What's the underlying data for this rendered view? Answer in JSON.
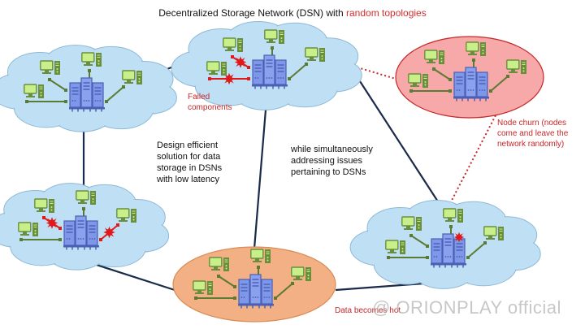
{
  "title": {
    "main": "Decentralized Storage Network (DSN) with ",
    "accent": "random topologies"
  },
  "colors": {
    "cloud_fill": "#bfe0f4",
    "cloud_stroke": "#8fb9d6",
    "churn_fill": "#f7a8a8",
    "churn_stroke": "#c62828",
    "hot_fill": "#f2b084",
    "hot_stroke": "#d98c55",
    "server_fill": "#7f97e8",
    "server_stroke": "#4a5fb5",
    "computer_fill": "#c8ef8a",
    "computer_stroke": "#6a8f3c",
    "link_color": "#5b7a33",
    "failure_color": "#e01a1a",
    "edge_color": "#1a2a4a",
    "dotted_edge_color": "#c62828"
  },
  "annotations": {
    "failed_components": [
      "Failed",
      "components"
    ],
    "node_churn": [
      "Node churn (nodes",
      "come and leave the",
      "network randomly)"
    ],
    "data_hot": "Data becomes hot",
    "design_goal": [
      "Design efficient",
      "solution for data",
      "storage in DSNs",
      "with low latency"
    ],
    "simultaneous": [
      "while simultaneously",
      "addressing issues",
      "pertaining to DSNs"
    ]
  },
  "clusters": [
    {
      "id": "top-left",
      "shape": "cloud",
      "state": "normal",
      "failed_links": []
    },
    {
      "id": "top-center",
      "shape": "cloud",
      "state": "failed-components",
      "failed_links": [
        0,
        1
      ]
    },
    {
      "id": "top-right",
      "shape": "ellipse",
      "state": "node-churn",
      "failed_links": []
    },
    {
      "id": "bottom-left",
      "shape": "cloud",
      "state": "failed-components",
      "failed_links": [
        1,
        3
      ]
    },
    {
      "id": "bottom-center",
      "shape": "ellipse",
      "state": "hot-data",
      "failed_links": []
    },
    {
      "id": "bottom-right",
      "shape": "cloud",
      "state": "failed-server",
      "failed_links": []
    }
  ],
  "edges": [
    {
      "from": "top-left",
      "to": "top-center",
      "style": "solid"
    },
    {
      "from": "top-left",
      "to": "bottom-left",
      "style": "solid"
    },
    {
      "from": "top-center",
      "to": "bottom-center",
      "style": "solid"
    },
    {
      "from": "top-center",
      "to": "bottom-right",
      "style": "solid"
    },
    {
      "from": "top-center",
      "to": "top-right",
      "style": "dotted"
    },
    {
      "from": "top-right",
      "to": "bottom-right",
      "style": "dotted"
    },
    {
      "from": "bottom-left",
      "to": "bottom-center",
      "style": "solid"
    },
    {
      "from": "bottom-center",
      "to": "bottom-right",
      "style": "solid"
    }
  ],
  "watermark": "@ ORIONPLAY official"
}
